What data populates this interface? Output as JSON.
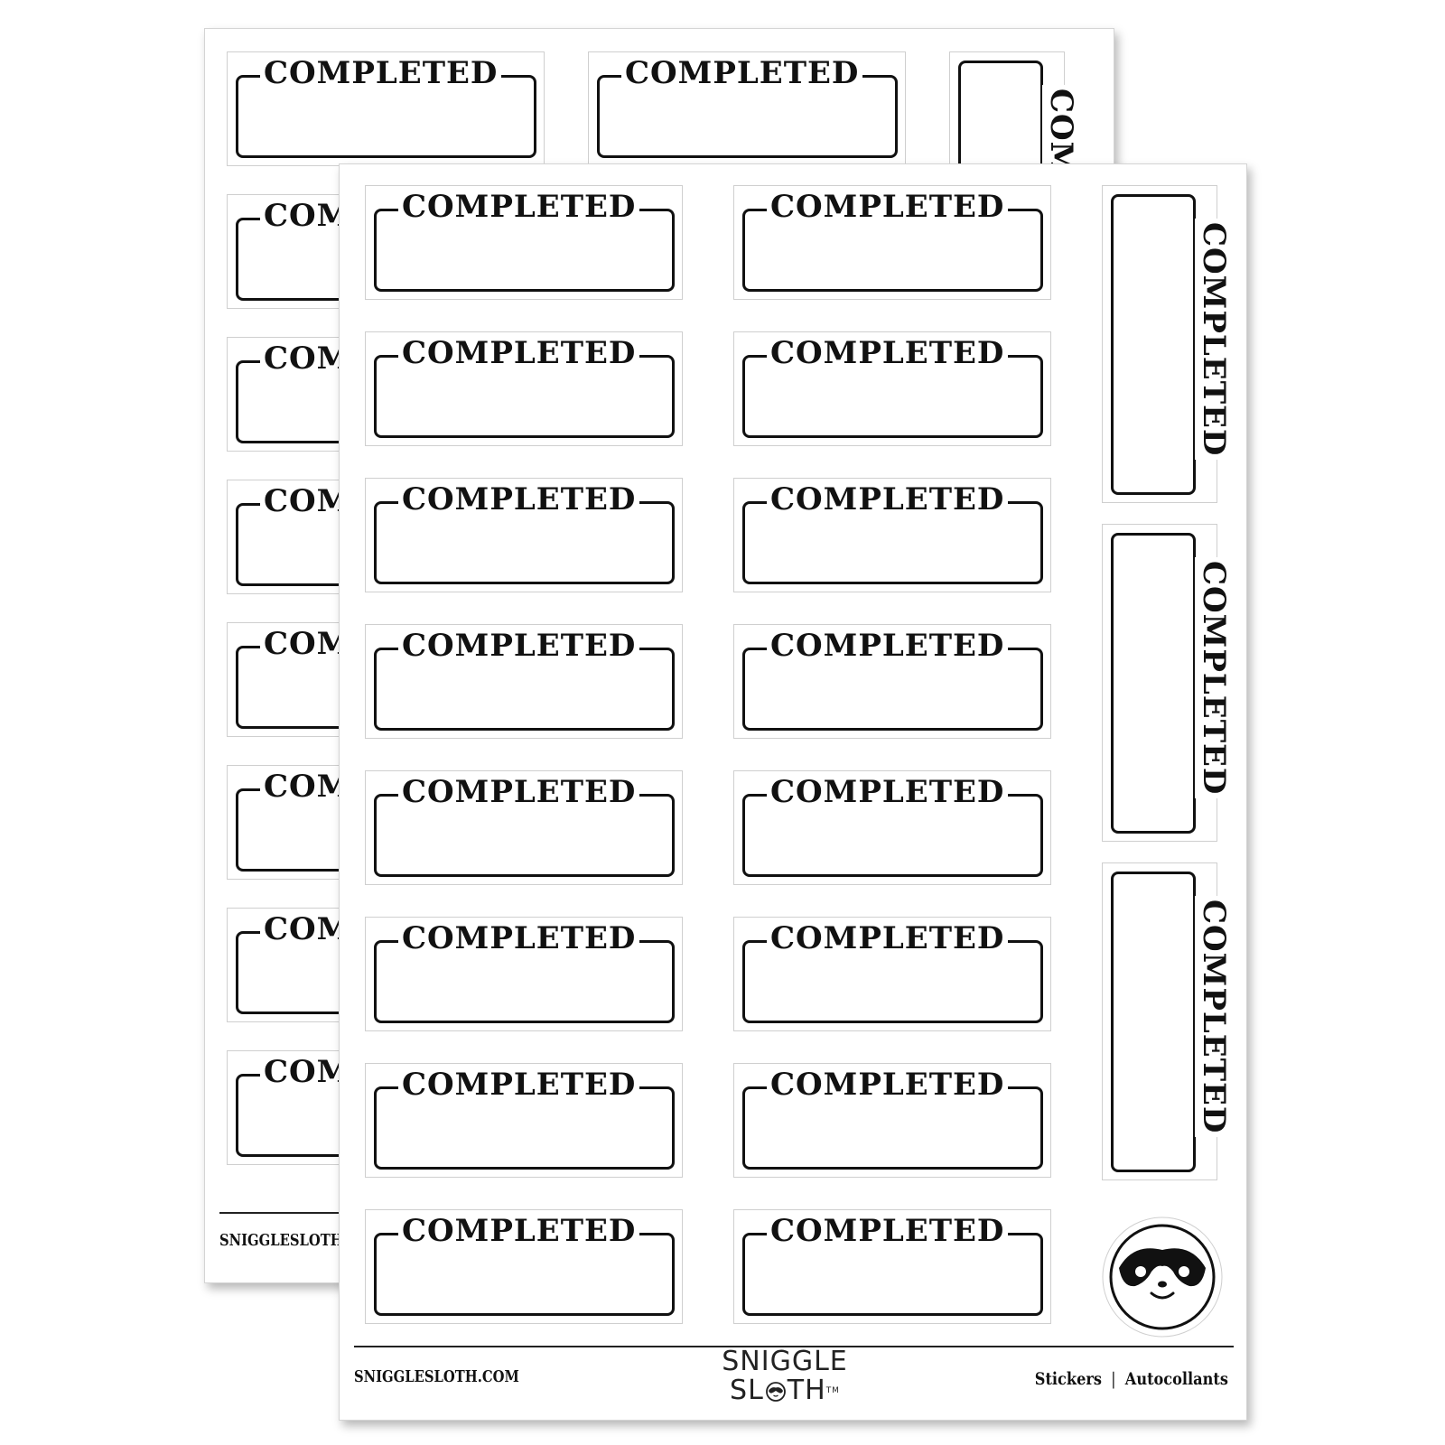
{
  "sticker_label": "COMPLETED",
  "back_sheet": {
    "footer_url": "SNIGGLESLOTH.C"
  },
  "front_sheet": {
    "footer_url": "SNIGGLESLOTH.COM",
    "brand_line1": "SNIGGLE",
    "brand_line2a": "SL",
    "brand_line2b": "TH",
    "trademark": "TM",
    "product_en": "Stickers",
    "product_fr": "Autocollants",
    "separator": "|"
  },
  "colors": {
    "ink": "#111111",
    "sheet": "#ffffff",
    "tile_border": "#cfcfcf"
  },
  "icons": [
    "sloth-face-icon"
  ]
}
